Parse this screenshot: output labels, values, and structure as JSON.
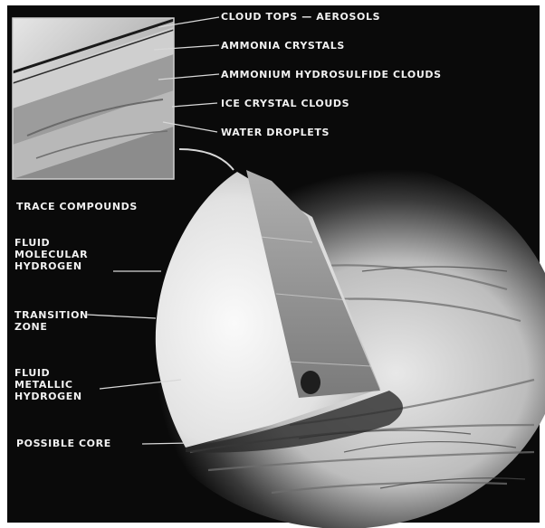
{
  "labels": {
    "cloud_tops": "CLOUD TOPS — AEROSOLS",
    "ammonia_crystals": "AMMONIA CRYSTALS",
    "ammonium_hydrosulfide": "AMMONIUM HYDROSULFIDE CLOUDS",
    "ice_crystal_clouds": "ICE CRYSTAL CLOUDS",
    "water_droplets": "WATER DROPLETS",
    "trace_compounds": "TRACE COMPOUNDS",
    "fluid_molecular_hydrogen": [
      "FLUID",
      "MOLECULAR",
      "HYDROGEN"
    ],
    "transition_zone": [
      "TRANSITION",
      "ZONE"
    ],
    "fluid_metallic_hydrogen": [
      "FLUID",
      "METALLIC",
      "HYDROGEN"
    ],
    "possible_core": "POSSIBLE CORE"
  },
  "colors": {
    "background": "#0a0a0a",
    "label_text": "#f2f2f2",
    "leader_lines": "#d8d8d8",
    "sphere_light": "#f4f4f4",
    "sphere_shadow": "#9a9a9a",
    "cutaway_face": "#8e8e8e",
    "planet_bands": "#6e6e6e"
  }
}
